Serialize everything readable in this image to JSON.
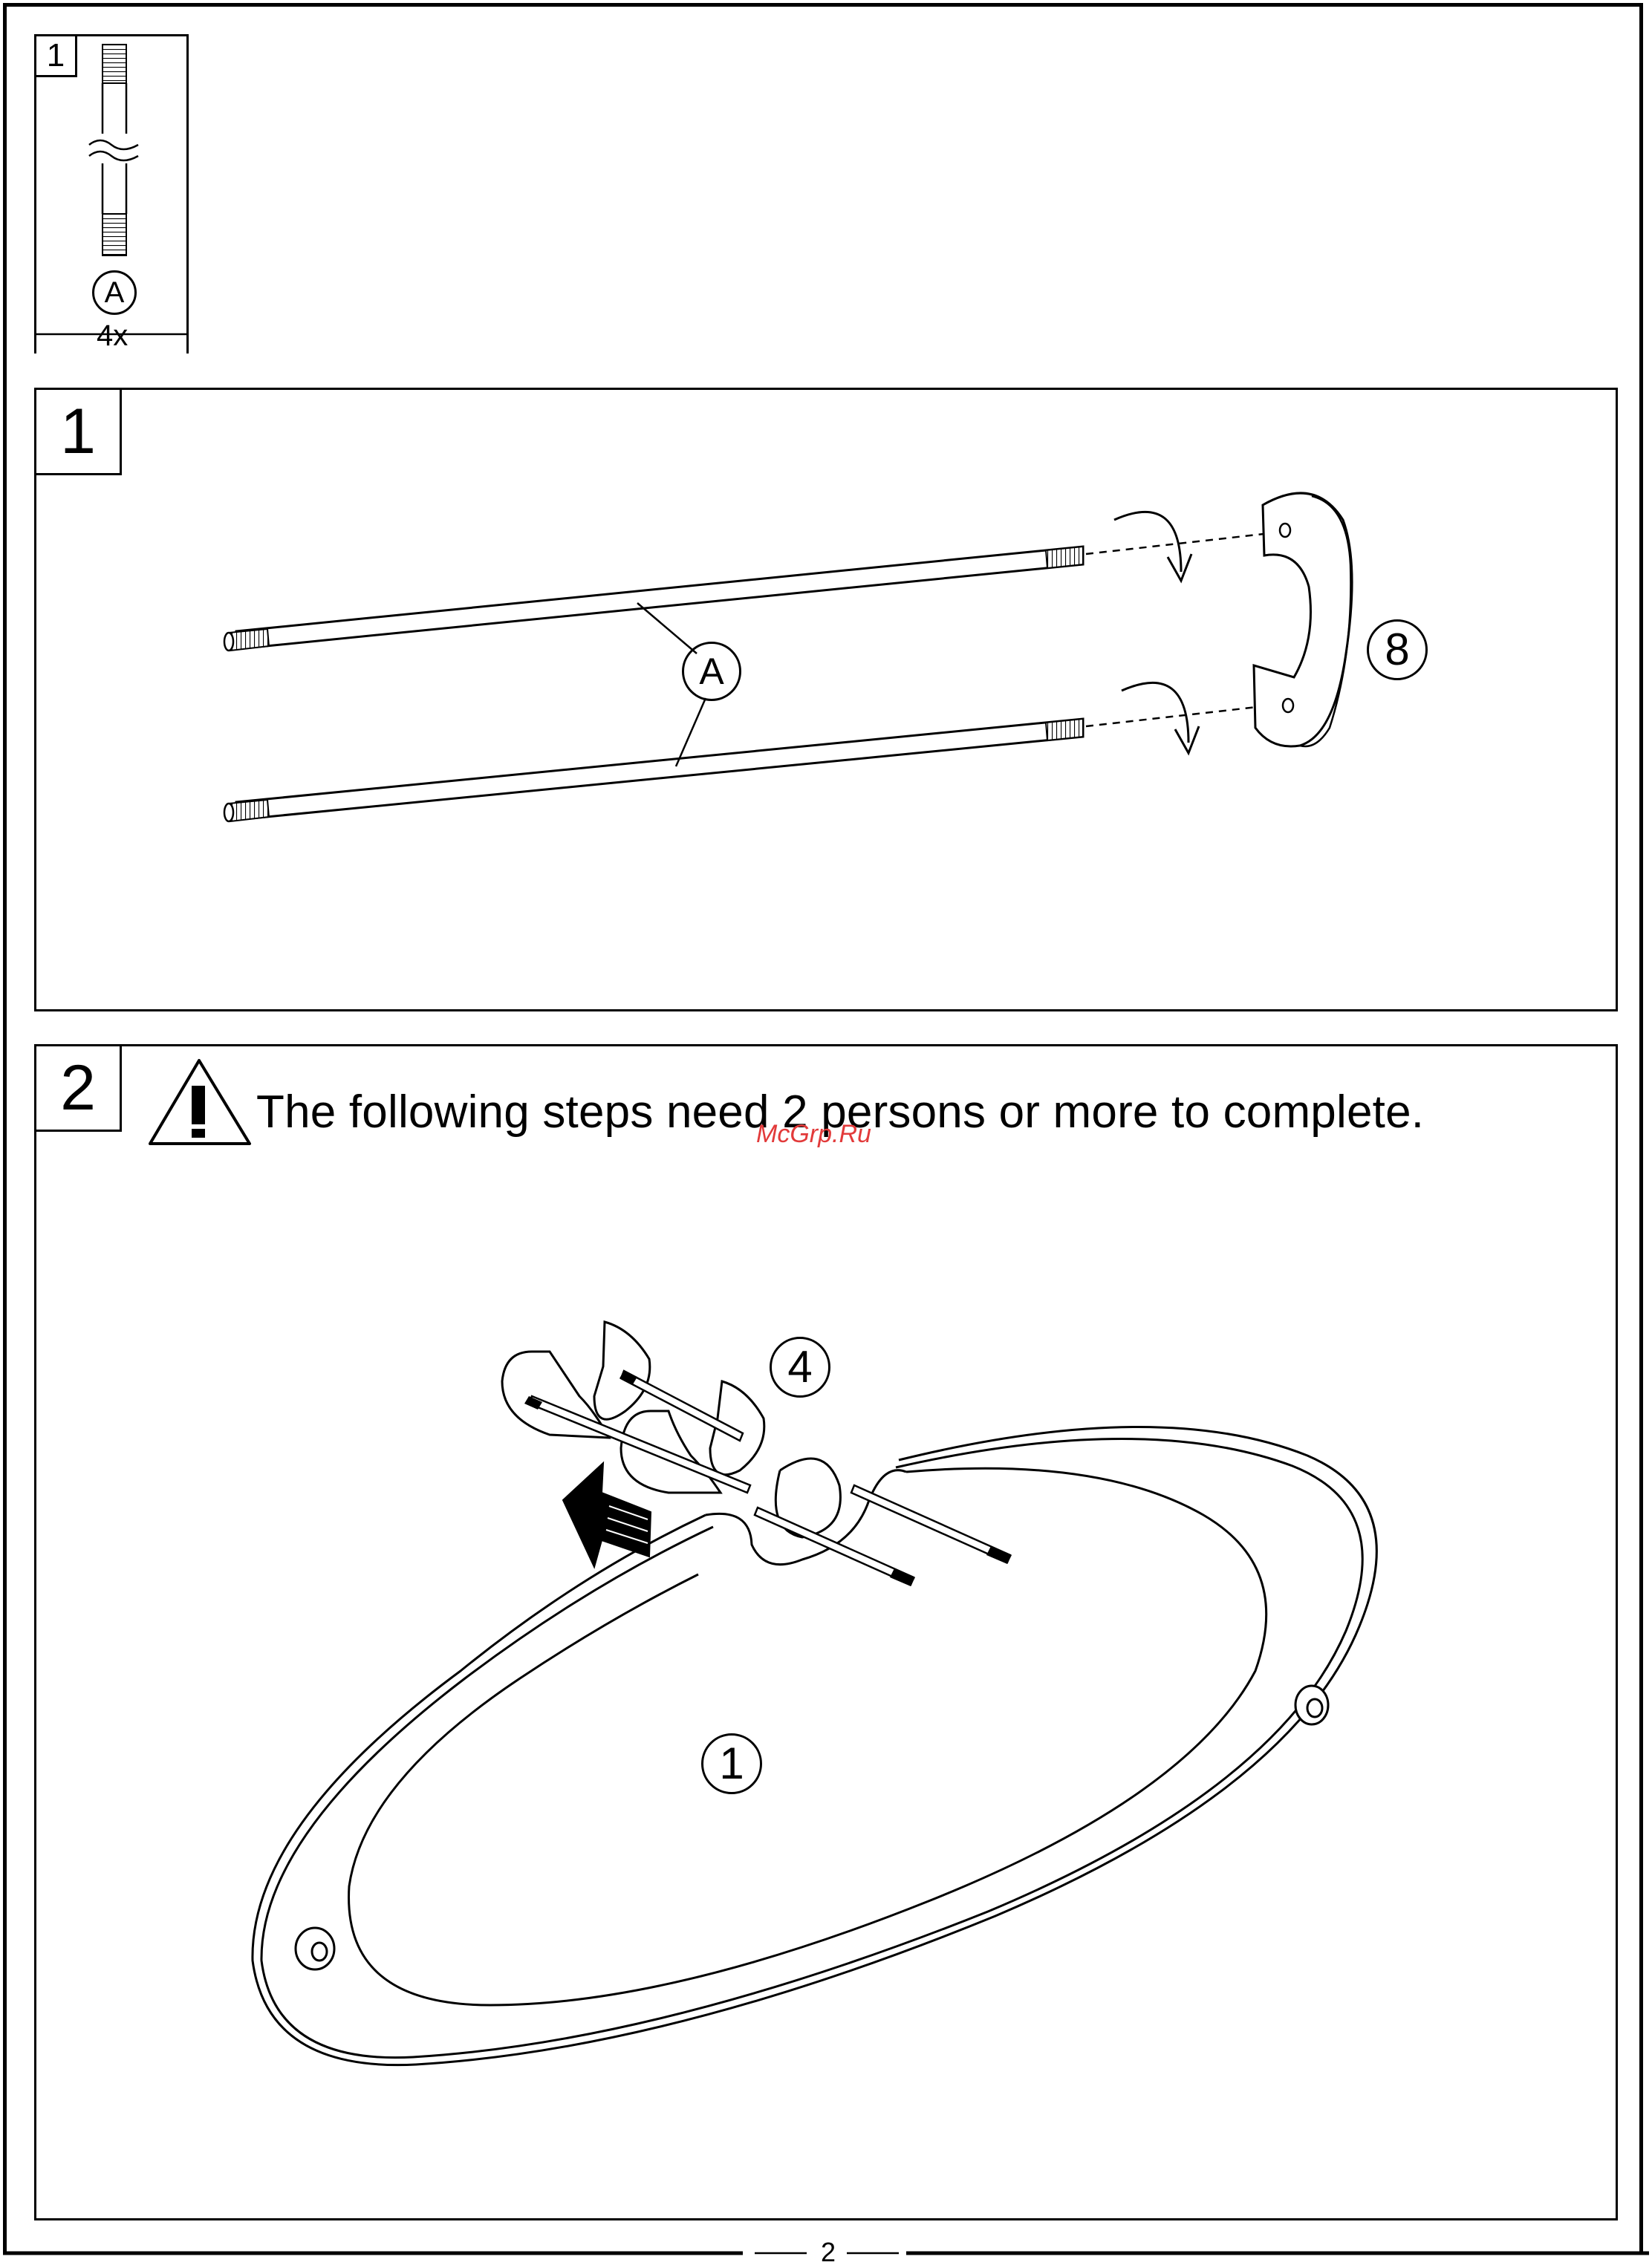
{
  "parts_box": {
    "number": "1",
    "part_letter": "A",
    "quantity": "4x"
  },
  "step1": {
    "number": "1",
    "label_rod": "A",
    "label_part": "8"
  },
  "step2": {
    "number": "2",
    "warning_text": "The following steps need  2 persons or more to complete.",
    "label_upper_part": "4",
    "label_base_part": "1"
  },
  "watermark": "McGrp.Ru",
  "page_number": "2",
  "icons": [
    "warning-triangle-icon",
    "rotate-arrow-icon",
    "push-arrow-icon"
  ]
}
